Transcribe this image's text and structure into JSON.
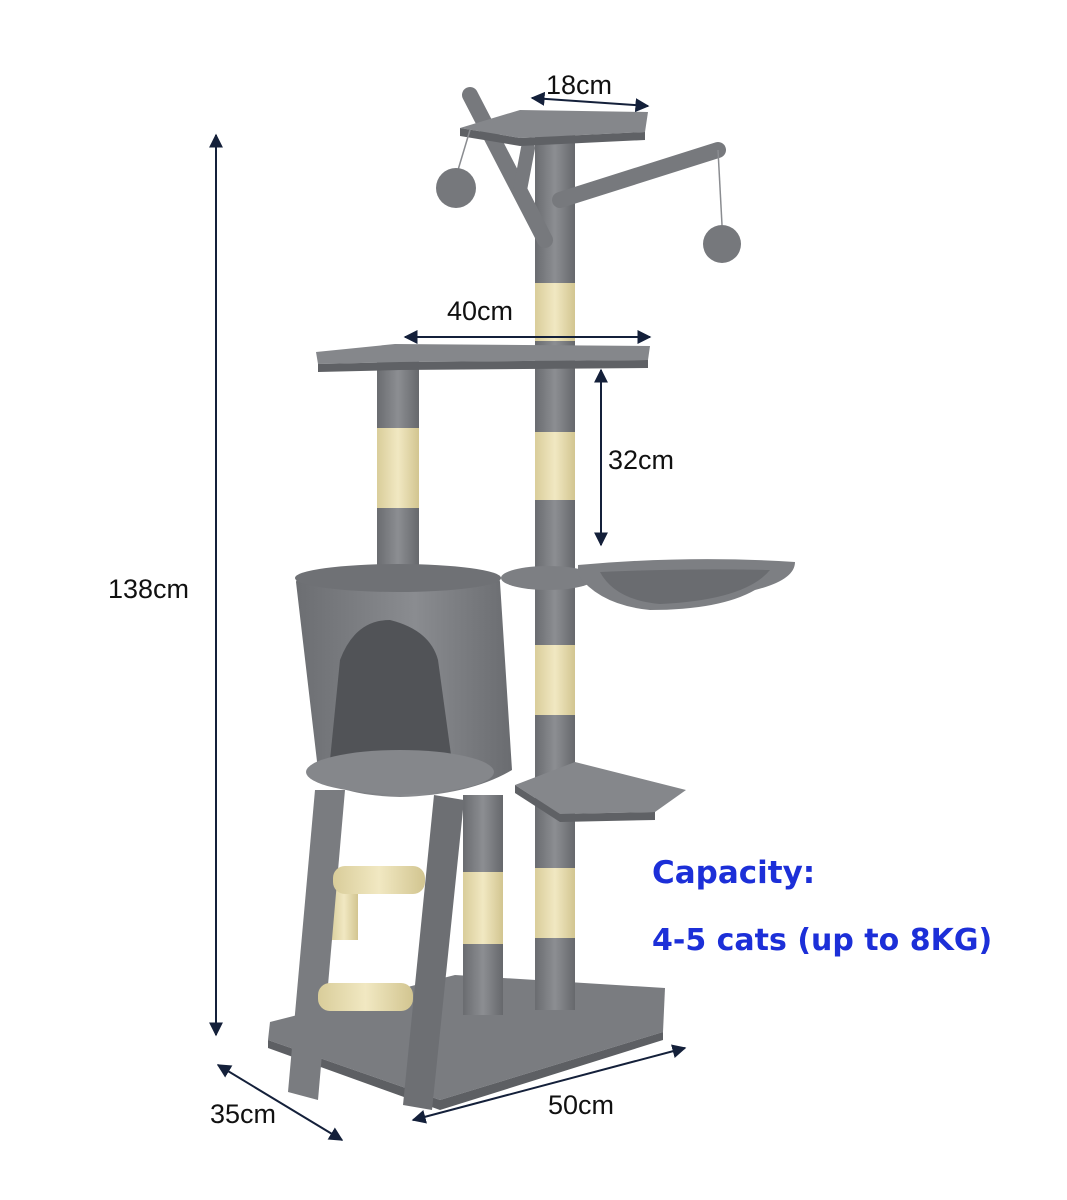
{
  "dimensions": {
    "height_total": "138cm",
    "top_platform_width": "18cm",
    "mid_platform_width": "40cm",
    "post_gap": "32cm",
    "base_depth": "35cm",
    "base_width": "50cm"
  },
  "capacity": {
    "heading": "Capacity:",
    "detail": "4-5 cats (up to 8KG)"
  },
  "colors": {
    "plush": "#7d7f83",
    "plush_dark": "#5f6165",
    "sisal": "#e9dfb4",
    "arrow": "#14203a",
    "capacity_text": "#1c2fd8"
  }
}
